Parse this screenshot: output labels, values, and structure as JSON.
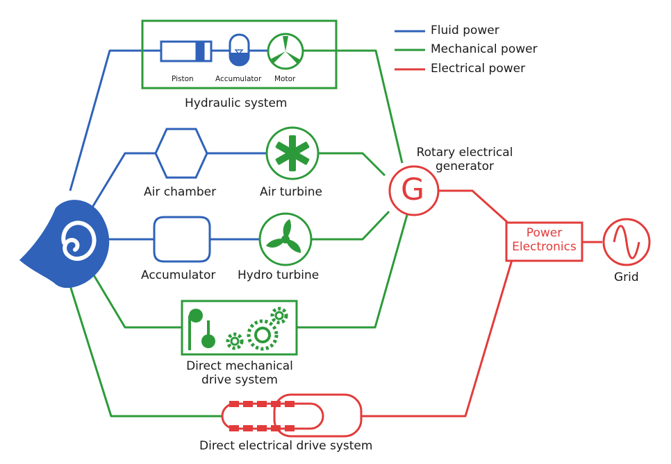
{
  "legend": {
    "fluid": {
      "label": "Fluid power",
      "color": "#2f62b8"
    },
    "mechanical": {
      "label": "Mechanical power",
      "color": "#2c9a3a"
    },
    "electrical": {
      "label": "Electrical power",
      "color": "#e23b3b"
    }
  },
  "hydraulic": {
    "title": "Hydraulic system",
    "piston": "Piston",
    "accumulator": "Accumulator",
    "motor": "Motor"
  },
  "air": {
    "chamber": "Air chamber",
    "turbine": "Air turbine"
  },
  "hydro": {
    "accumulator": "Accumulator",
    "turbine": "Hydro turbine"
  },
  "generator": {
    "symbol": "G",
    "title_line1": "Rotary electrical",
    "title_line2": "generator"
  },
  "power_electronics": {
    "line1": "Power",
    "line2": "Electronics"
  },
  "grid": {
    "label": "Grid"
  },
  "direct_mechanical": {
    "line1": "Direct mechanical",
    "line2": "drive system"
  },
  "direct_electrical": {
    "label": "Direct electrical drive system"
  },
  "icons": [
    "wave-icon",
    "piston-icon",
    "accumulator-icon",
    "motor-icon",
    "air-chamber-icon",
    "air-turbine-icon",
    "hydro-accumulator-icon",
    "hydro-turbine-icon",
    "generator-icon",
    "gears-icon",
    "linear-generator-icon",
    "ac-sine-icon"
  ]
}
